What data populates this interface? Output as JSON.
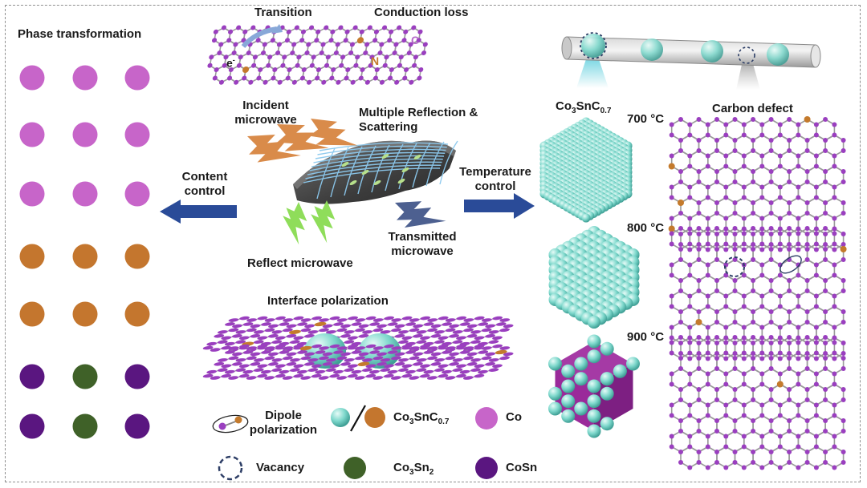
{
  "labels": {
    "phase_transformation": "Phase transformation",
    "transition": "Transition",
    "conduction_loss": "Conduction loss",
    "electron": "e",
    "atom_n": "N",
    "atom_c": "C",
    "incident_l1": "Incident",
    "incident_l2": "microwave",
    "multi_l1": "Multiple Reflection &",
    "multi_l2": "Scattering",
    "content_l1": "Content",
    "content_l2": "control",
    "temp_l1": "Temperature",
    "temp_l2": "control",
    "transmitted_l1": "Transmitted",
    "transmitted_l2": "microwave",
    "reflect": "Reflect microwave",
    "interface": "Interface polarization",
    "co3snc_base": "Co",
    "co3snc_s1": "3",
    "co3snc_mid": "SnC",
    "co3snc_s2": "0.7",
    "temp_700": "700 °C",
    "temp_800": "800 °C",
    "temp_900": "900 °C",
    "carbon_defect": "Carbon defect",
    "legend_dipole_l1": "Dipole",
    "legend_dipole_l2": "polarization",
    "legend_co3snc_base": "Co",
    "legend_co3snc_s1": "3",
    "legend_co3snc_mid": "SnC",
    "legend_co3snc_s2": "0.7",
    "legend_co": "Co",
    "legend_vacancy": "Vacancy",
    "legend_co3sn2_base": "Co",
    "legend_co3sn2_s1": "3",
    "legend_co3sn2_mid": "Sn",
    "legend_co3sn2_s2": "2",
    "legend_cosn": "CoSn"
  },
  "colors": {
    "co": "#c765c9",
    "co3snc": "#c4762e",
    "co3sn2": "#3f6128",
    "cosn": "#5a1680",
    "arrow_blue": "#2a4b98",
    "teal": "#7ed8cc",
    "carbon_atom": "#9a3fbf",
    "bond": "#9a9a9a",
    "dopant": "#c47a2c",
    "incident": "#d98b4a",
    "reflect": "#8fdd5a",
    "transmitted": "#4d6090",
    "vacancy": "#2d3e66"
  },
  "phase_grid": [
    "co",
    "co",
    "co",
    "co",
    "co",
    "co",
    "co",
    "co",
    "co",
    "co3snc",
    "co3snc",
    "co3snc",
    "co3snc",
    "co3snc",
    "co3snc",
    "cosn",
    "co3sn2",
    "cosn",
    "cosn",
    "co3sn2",
    "cosn"
  ]
}
